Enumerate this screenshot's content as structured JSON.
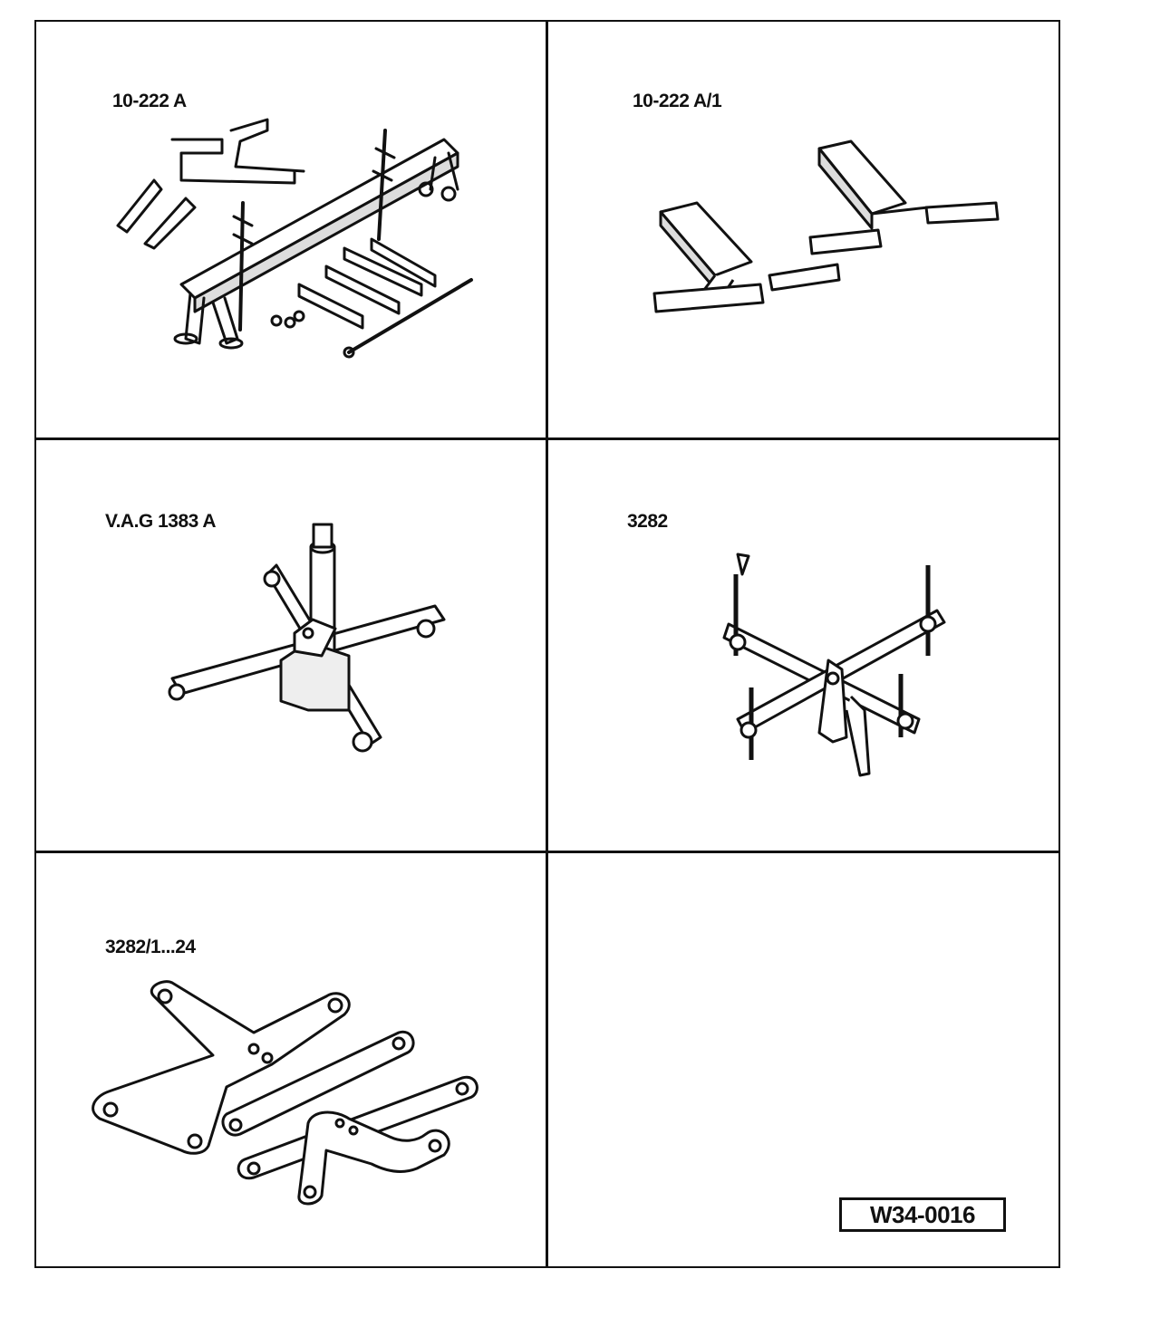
{
  "tools": [
    {
      "label": "10-222 A",
      "icon": "engine-support-bridge-icon"
    },
    {
      "label": "10-222 A/1",
      "icon": "support-bracket-adapters-icon"
    },
    {
      "label": "V.A.G 1383 A",
      "icon": "engine-transmission-jack-icon"
    },
    {
      "label": "3282",
      "icon": "transmission-support-fixture-icon"
    },
    {
      "label": "3282/1...24",
      "icon": "adjustment-plates-icon"
    }
  ],
  "figure_code": "W34-0016"
}
